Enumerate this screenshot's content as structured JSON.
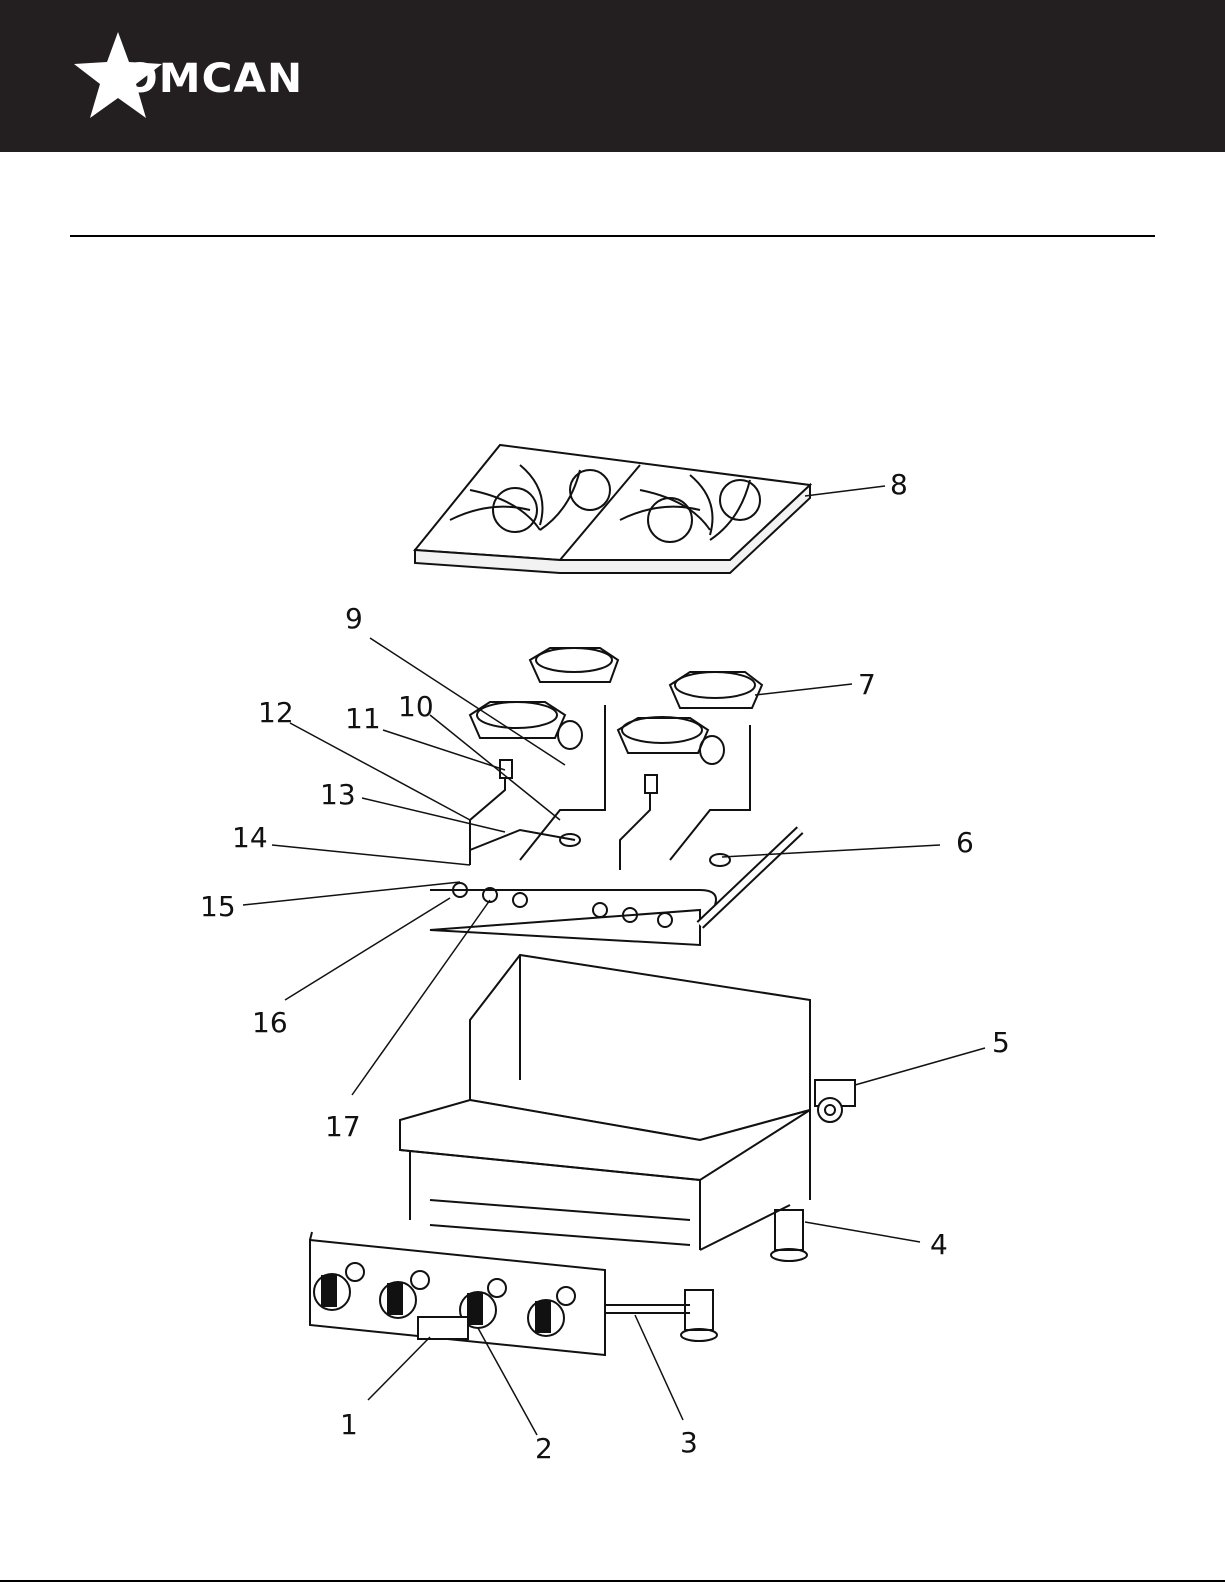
{
  "brand": {
    "name": "OMCAN",
    "logo_letters": "OMCAN",
    "header_color": "#231f20"
  },
  "diagram": {
    "callouts": [
      {
        "number": "1",
        "target": "control-panel-badge"
      },
      {
        "number": "2",
        "target": "control-knob"
      },
      {
        "number": "3",
        "target": "front-rail"
      },
      {
        "number": "4",
        "target": "adjustable-leg"
      },
      {
        "number": "5",
        "target": "gas-regulator"
      },
      {
        "number": "6",
        "target": "gas-manifold"
      },
      {
        "number": "7",
        "target": "burner"
      },
      {
        "number": "8",
        "target": "cast-iron-grate"
      },
      {
        "number": "9",
        "target": "pilot-tube"
      },
      {
        "number": "10",
        "target": "pilot-valve"
      },
      {
        "number": "11",
        "target": "thermocouple"
      },
      {
        "number": "12",
        "target": "pilot-line"
      },
      {
        "number": "13",
        "target": "thermocouple-lead"
      },
      {
        "number": "14",
        "target": "manifold-fitting"
      },
      {
        "number": "15",
        "target": "valve-nut"
      },
      {
        "number": "16",
        "target": "manifold-bracket"
      },
      {
        "number": "17",
        "target": "gas-valve"
      }
    ]
  }
}
